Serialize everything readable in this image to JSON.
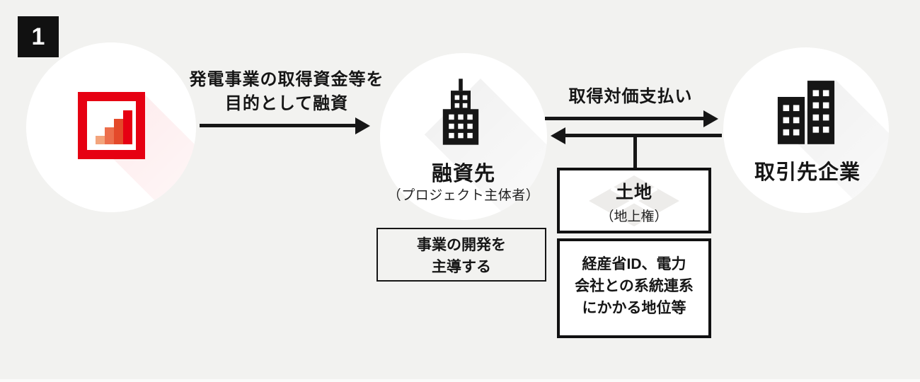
{
  "badge": {
    "number": "1"
  },
  "palette": {
    "background": "#f2f2f0",
    "ink": "#161616",
    "brand_red": "#e60012",
    "logo_bar_colors": [
      "#f3a47c",
      "#ec6e4c",
      "#e4492a",
      "#e60012"
    ],
    "node_circle": "#ffffff"
  },
  "nodes": {
    "lender": {
      "icon": "bank-logo"
    },
    "borrower": {
      "title": "融資先",
      "subtitle": "（プロジェクト主体者）",
      "note_lines": [
        "事業の開発を",
        "主導する"
      ]
    },
    "counterparty": {
      "title": "取引先企業"
    }
  },
  "arrows": {
    "loan": {
      "label_lines": [
        "発電事業の取得資金等を",
        "目的として融資"
      ],
      "direction": "right"
    },
    "payment": {
      "label": "取得対価支払い",
      "direction": "right"
    },
    "transfer": {
      "direction": "left"
    }
  },
  "boxes": {
    "land": {
      "title": "土地",
      "subtitle": "（地上権）"
    },
    "rights": {
      "lines": [
        "経産省ID、電力",
        "会社との系統連系",
        "にかかる地位等"
      ]
    }
  }
}
